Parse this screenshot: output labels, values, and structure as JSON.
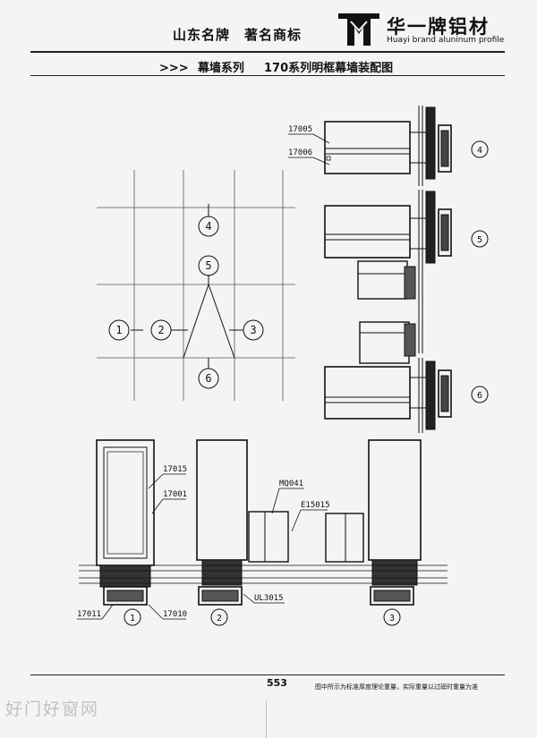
{
  "header": {
    "left_text": "山东名牌　著名商标",
    "brand_cn": "华一牌铝材",
    "brand_en": "Huayi brand aluninum profile",
    "logo_icon": "huayi-logo-icon"
  },
  "subtitle": {
    "arrows": ">>>",
    "series": "幕墙系列",
    "title": "170系列明框幕墙装配图"
  },
  "callouts": [
    "1",
    "2",
    "3",
    "4",
    "5",
    "6"
  ],
  "part_labels": {
    "p17005": "17005",
    "p17006": "17006",
    "p17015": "17015",
    "p17001": "17001",
    "p17011": "17011",
    "p17010": "17010",
    "mq041": "MQ041",
    "e15015": "E15015",
    "ul3015": "UL3015"
  },
  "footer": {
    "page_number": "553",
    "note": "图中所示为标准厚度理论重量，实际重量以过磅时重量为准"
  },
  "watermark": "好门好窗网",
  "colors": {
    "ink": "#111111",
    "paper": "#f4f4f2",
    "watermark": "#c2c2c2"
  }
}
